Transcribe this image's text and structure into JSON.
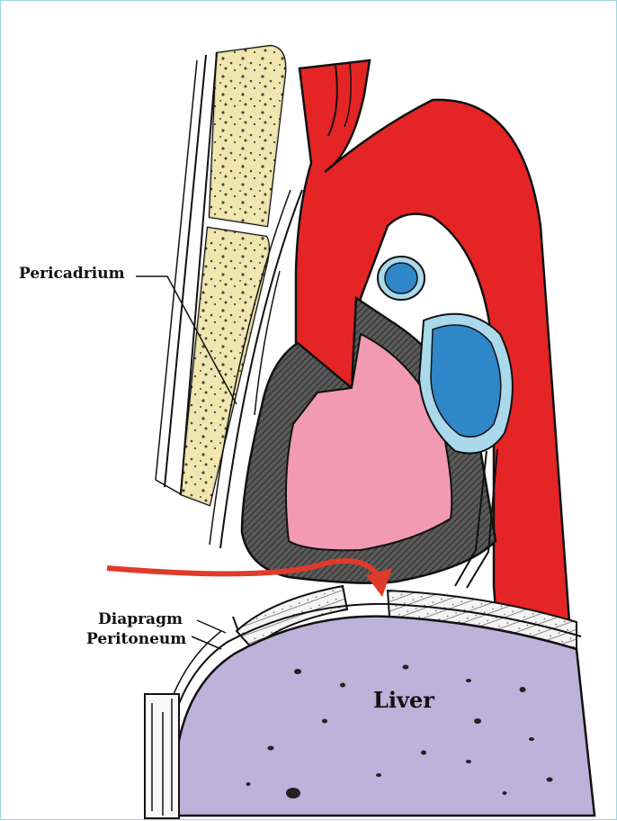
{
  "labels": {
    "pericardium": "Pericadrium",
    "diaphragm": "Diapragm",
    "peritoneum": "Peritoneum",
    "liver": "Liver"
  },
  "colors": {
    "aorta": "#e52525",
    "heart_chamber": "#f29ab4",
    "myocardium": "#4a4a4a",
    "vessels_blue": "#2f86c9",
    "vessel_rim": "#a9d9ea",
    "liver": "#bdb2d9",
    "bone": "#f1e6b0",
    "arrow": "#e03a2a"
  }
}
